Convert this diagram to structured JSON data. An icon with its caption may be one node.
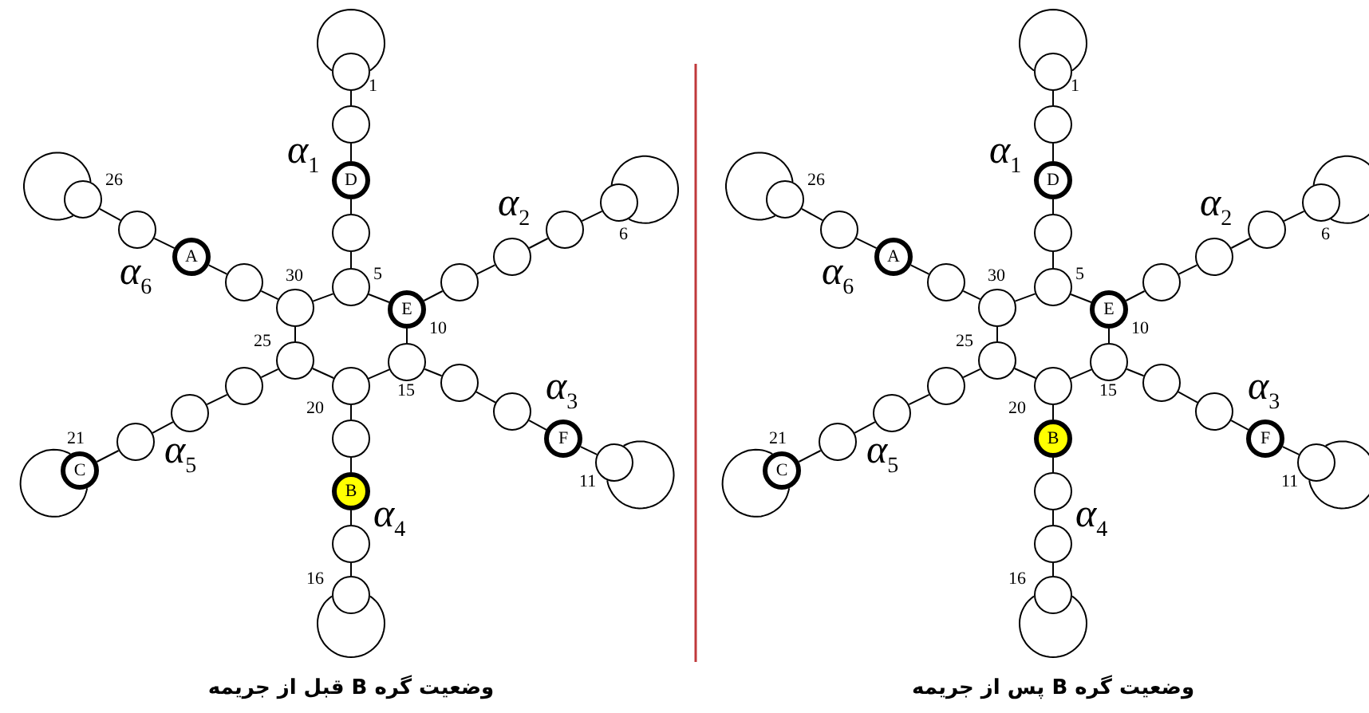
{
  "diagram": {
    "nodes": [
      {
        "text": [],
        "shape": "circle",
        "beside": [
          "1"
        ]
      },
      {
        "text": [],
        "shape": "circle"
      },
      {
        "text": [
          "D"
        ]
      },
      {
        "text": [],
        "shape": "circle"
      },
      {
        "text": [],
        "shape": "circle",
        "beside": [
          "5"
        ]
      },
      {
        "text": [],
        "shape": "circle",
        "beside": [
          "6"
        ]
      },
      {
        "text": [],
        "shape": "circle"
      },
      {
        "text": [],
        "shape": "circle"
      },
      {
        "text": [],
        "shape": "circle"
      },
      {
        "text": [
          "E"
        ],
        "beside": [
          "10"
        ]
      },
      {
        "text": [],
        "shape": "circle",
        "beside": [
          "11"
        ]
      },
      {
        "text": [
          "F"
        ]
      },
      {
        "text": [],
        "shape": "circle"
      },
      {
        "text": [],
        "shape": "circle"
      },
      {
        "text": [],
        "shape": "circle",
        "beside": [
          "15"
        ]
      },
      {
        "text": [],
        "shape": "circle",
        "beside": [
          "16"
        ]
      },
      {
        "text": [],
        "shape": "circle"
      },
      {
        "text": [
          "B"
        ]
      },
      {
        "text": [],
        "shape": "circle"
      },
      {
        "text": [],
        "shape": "circle",
        "beside": [
          "20"
        ]
      },
      {
        "text": [
          "C"
        ],
        "beside": [
          "21"
        ]
      },
      {
        "text": [],
        "shape": "circle"
      },
      {
        "text": [],
        "shape": "circle"
      },
      {
        "text": [],
        "shape": "circle"
      },
      {
        "text": [],
        "shape": "circle",
        "beside": [
          "25"
        ]
      },
      {
        "text": [],
        "shape": "circle",
        "beside": [
          "26"
        ]
      },
      {
        "text": [],
        "shape": "circle"
      },
      {
        "text": [
          "A"
        ]
      },
      {
        "text": [],
        "shape": "circle"
      },
      {
        "text": [],
        "shape": "circle",
        "beside": [
          "30"
        ]
      },
      {
        "text": [],
        "shape": "circle",
        "beside": [
          "1"
        ]
      },
      {
        "text": [],
        "shape": "circle"
      },
      {
        "text": [
          "D"
        ]
      },
      {
        "text": [],
        "shape": "circle"
      },
      {
        "text": [],
        "shape": "circle",
        "beside": [
          "5"
        ]
      },
      {
        "text": [],
        "shape": "circle",
        "beside": [
          "6"
        ]
      },
      {
        "text": [],
        "shape": "circle"
      },
      {
        "text": [],
        "shape": "circle"
      },
      {
        "text": [],
        "shape": "circle"
      },
      {
        "text": [
          "E"
        ],
        "beside": [
          "10"
        ]
      },
      {
        "text": [],
        "shape": "circle",
        "beside": [
          "11"
        ]
      },
      {
        "text": [
          "F"
        ]
      },
      {
        "text": [],
        "shape": "circle"
      },
      {
        "text": [],
        "shape": "circle"
      },
      {
        "text": [],
        "shape": "circle",
        "beside": [
          "15"
        ]
      },
      {
        "text": [],
        "shape": "circle",
        "beside": [
          "16"
        ]
      },
      {
        "text": [],
        "shape": "circle"
      },
      {
        "text": [],
        "shape": "circle"
      },
      {
        "text": [
          "B"
        ]
      },
      {
        "text": [],
        "shape": "circle",
        "beside": [
          "20"
        ]
      },
      {
        "text": [
          "C"
        ],
        "beside": [
          "21"
        ]
      },
      {
        "text": [],
        "shape": "circle"
      },
      {
        "text": [],
        "shape": "circle"
      },
      {
        "text": [],
        "shape": "circle"
      },
      {
        "text": [],
        "shape": "circle",
        "beside": [
          "25"
        ]
      },
      {
        "text": [],
        "shape": "circle",
        "beside": [
          "26"
        ]
      },
      {
        "text": [],
        "shape": "circle"
      },
      {
        "text": [
          "A"
        ]
      },
      {
        "text": [],
        "shape": "circle"
      },
      {
        "text": [],
        "shape": "circle",
        "beside": [
          "30"
        ]
      }
    ],
    "edges": [
      {
        "from": 0,
        "to": 0,
        "arrow": "none"
      },
      {
        "from": 0,
        "to": 1,
        "arrow": "none"
      },
      {
        "from": 1,
        "to": 2,
        "arrow": "none"
      },
      {
        "from": 2,
        "to": 3,
        "arrow": "none"
      },
      {
        "from": 3,
        "to": 4,
        "arrow": "none"
      },
      {
        "from": 5,
        "to": 5,
        "arrow": "none"
      },
      {
        "from": 5,
        "to": 6,
        "arrow": "none"
      },
      {
        "from": 6,
        "to": 7,
        "arrow": "none"
      },
      {
        "from": 7,
        "to": 8,
        "arrow": "none"
      },
      {
        "from": 8,
        "to": 9,
        "arrow": "none"
      },
      {
        "from": 10,
        "to": 10,
        "arrow": "none"
      },
      {
        "from": 10,
        "to": 11,
        "arrow": "none"
      },
      {
        "from": 11,
        "to": 12,
        "arrow": "none"
      },
      {
        "from": 12,
        "to": 13,
        "arrow": "none"
      },
      {
        "from": 13,
        "to": 14,
        "arrow": "none"
      },
      {
        "from": 15,
        "to": 15,
        "arrow": "none"
      },
      {
        "from": 15,
        "to": 16,
        "arrow": "none"
      },
      {
        "from": 16,
        "to": 17,
        "arrow": "none"
      },
      {
        "from": 17,
        "to": 18,
        "arrow": "none"
      },
      {
        "from": 18,
        "to": 19,
        "arrow": "none"
      },
      {
        "from": 20,
        "to": 20,
        "arrow": "none"
      },
      {
        "from": 20,
        "to": 21,
        "arrow": "none"
      },
      {
        "from": 21,
        "to": 22,
        "arrow": "none"
      },
      {
        "from": 22,
        "to": 23,
        "arrow": "none"
      },
      {
        "from": 23,
        "to": 24,
        "arrow": "none"
      },
      {
        "from": 25,
        "to": 25,
        "arrow": "none"
      },
      {
        "from": 25,
        "to": 26,
        "arrow": "none"
      },
      {
        "from": 26,
        "to": 27,
        "arrow": "none"
      },
      {
        "from": 27,
        "to": 28,
        "arrow": "none"
      },
      {
        "from": 28,
        "to": 29,
        "arrow": "none"
      },
      {
        "from": 4,
        "to": 9,
        "arrow": "none"
      },
      {
        "from": 9,
        "to": 14,
        "arrow": "none"
      },
      {
        "from": 14,
        "to": 19,
        "arrow": "none"
      },
      {
        "from": 19,
        "to": 24,
        "arrow": "none"
      },
      {
        "from": 24,
        "to": 29,
        "arrow": "none"
      },
      {
        "from": 29,
        "to": 4,
        "arrow": "none"
      },
      {
        "from": 30,
        "to": 30,
        "arrow": "none"
      },
      {
        "from": 30,
        "to": 31,
        "arrow": "none"
      },
      {
        "from": 31,
        "to": 32,
        "arrow": "none"
      },
      {
        "from": 32,
        "to": 33,
        "arrow": "none"
      },
      {
        "from": 33,
        "to": 34,
        "arrow": "none"
      },
      {
        "from": 35,
        "to": 35,
        "arrow": "none"
      },
      {
        "from": 35,
        "to": 36,
        "arrow": "none"
      },
      {
        "from": 36,
        "to": 37,
        "arrow": "none"
      },
      {
        "from": 37,
        "to": 38,
        "arrow": "none"
      },
      {
        "from": 38,
        "to": 39,
        "arrow": "none"
      },
      {
        "from": 40,
        "to": 40,
        "arrow": "none"
      },
      {
        "from": 40,
        "to": 41,
        "arrow": "none"
      },
      {
        "from": 41,
        "to": 42,
        "arrow": "none"
      },
      {
        "from": 42,
        "to": 43,
        "arrow": "none"
      },
      {
        "from": 43,
        "to": 44,
        "arrow": "none"
      },
      {
        "from": 45,
        "to": 45,
        "arrow": "none"
      },
      {
        "from": 45,
        "to": 46,
        "arrow": "none"
      },
      {
        "from": 46,
        "to": 47,
        "arrow": "none"
      },
      {
        "from": 47,
        "to": 48,
        "arrow": "none"
      },
      {
        "from": 48,
        "to": 49,
        "arrow": "none"
      },
      {
        "from": 50,
        "to": 50,
        "arrow": "none"
      },
      {
        "from": 50,
        "to": 51,
        "arrow": "none"
      },
      {
        "from": 51,
        "to": 52,
        "arrow": "none"
      },
      {
        "from": 52,
        "to": 53,
        "arrow": "none"
      },
      {
        "from": 53,
        "to": 54,
        "arrow": "none"
      },
      {
        "from": 55,
        "to": 55,
        "arrow": "none"
      },
      {
        "from": 55,
        "to": 56,
        "arrow": "none"
      },
      {
        "from": 56,
        "to": 57,
        "arrow": "none"
      },
      {
        "from": 57,
        "to": 58,
        "arrow": "none"
      },
      {
        "from": 58,
        "to": 59,
        "arrow": "none"
      },
      {
        "from": 34,
        "to": 39,
        "arrow": "none"
      },
      {
        "from": 39,
        "to": 44,
        "arrow": "none"
      },
      {
        "from": 44,
        "to": 49,
        "arrow": "none"
      },
      {
        "from": 49,
        "to": 54,
        "arrow": "none"
      },
      {
        "from": 54,
        "to": 59,
        "arrow": "none"
      },
      {
        "from": 59,
        "to": 34,
        "arrow": "none"
      }
    ],
    "labels": [
      "α$_{1}$",
      "α$_{2}$",
      "α$_{3}$",
      "α$_{4}$",
      "α$_{5}$",
      "α$_{6}$",
      "α$_{1}$",
      "α$_{2}$",
      "α$_{3}$",
      "α$_{4}$",
      "α$_{5}$",
      "α$_{6}$",
      "وضعیت گره B قبل از جریمه",
      "وضعیت گره B پس از جریمه"
    ]
  }
}
